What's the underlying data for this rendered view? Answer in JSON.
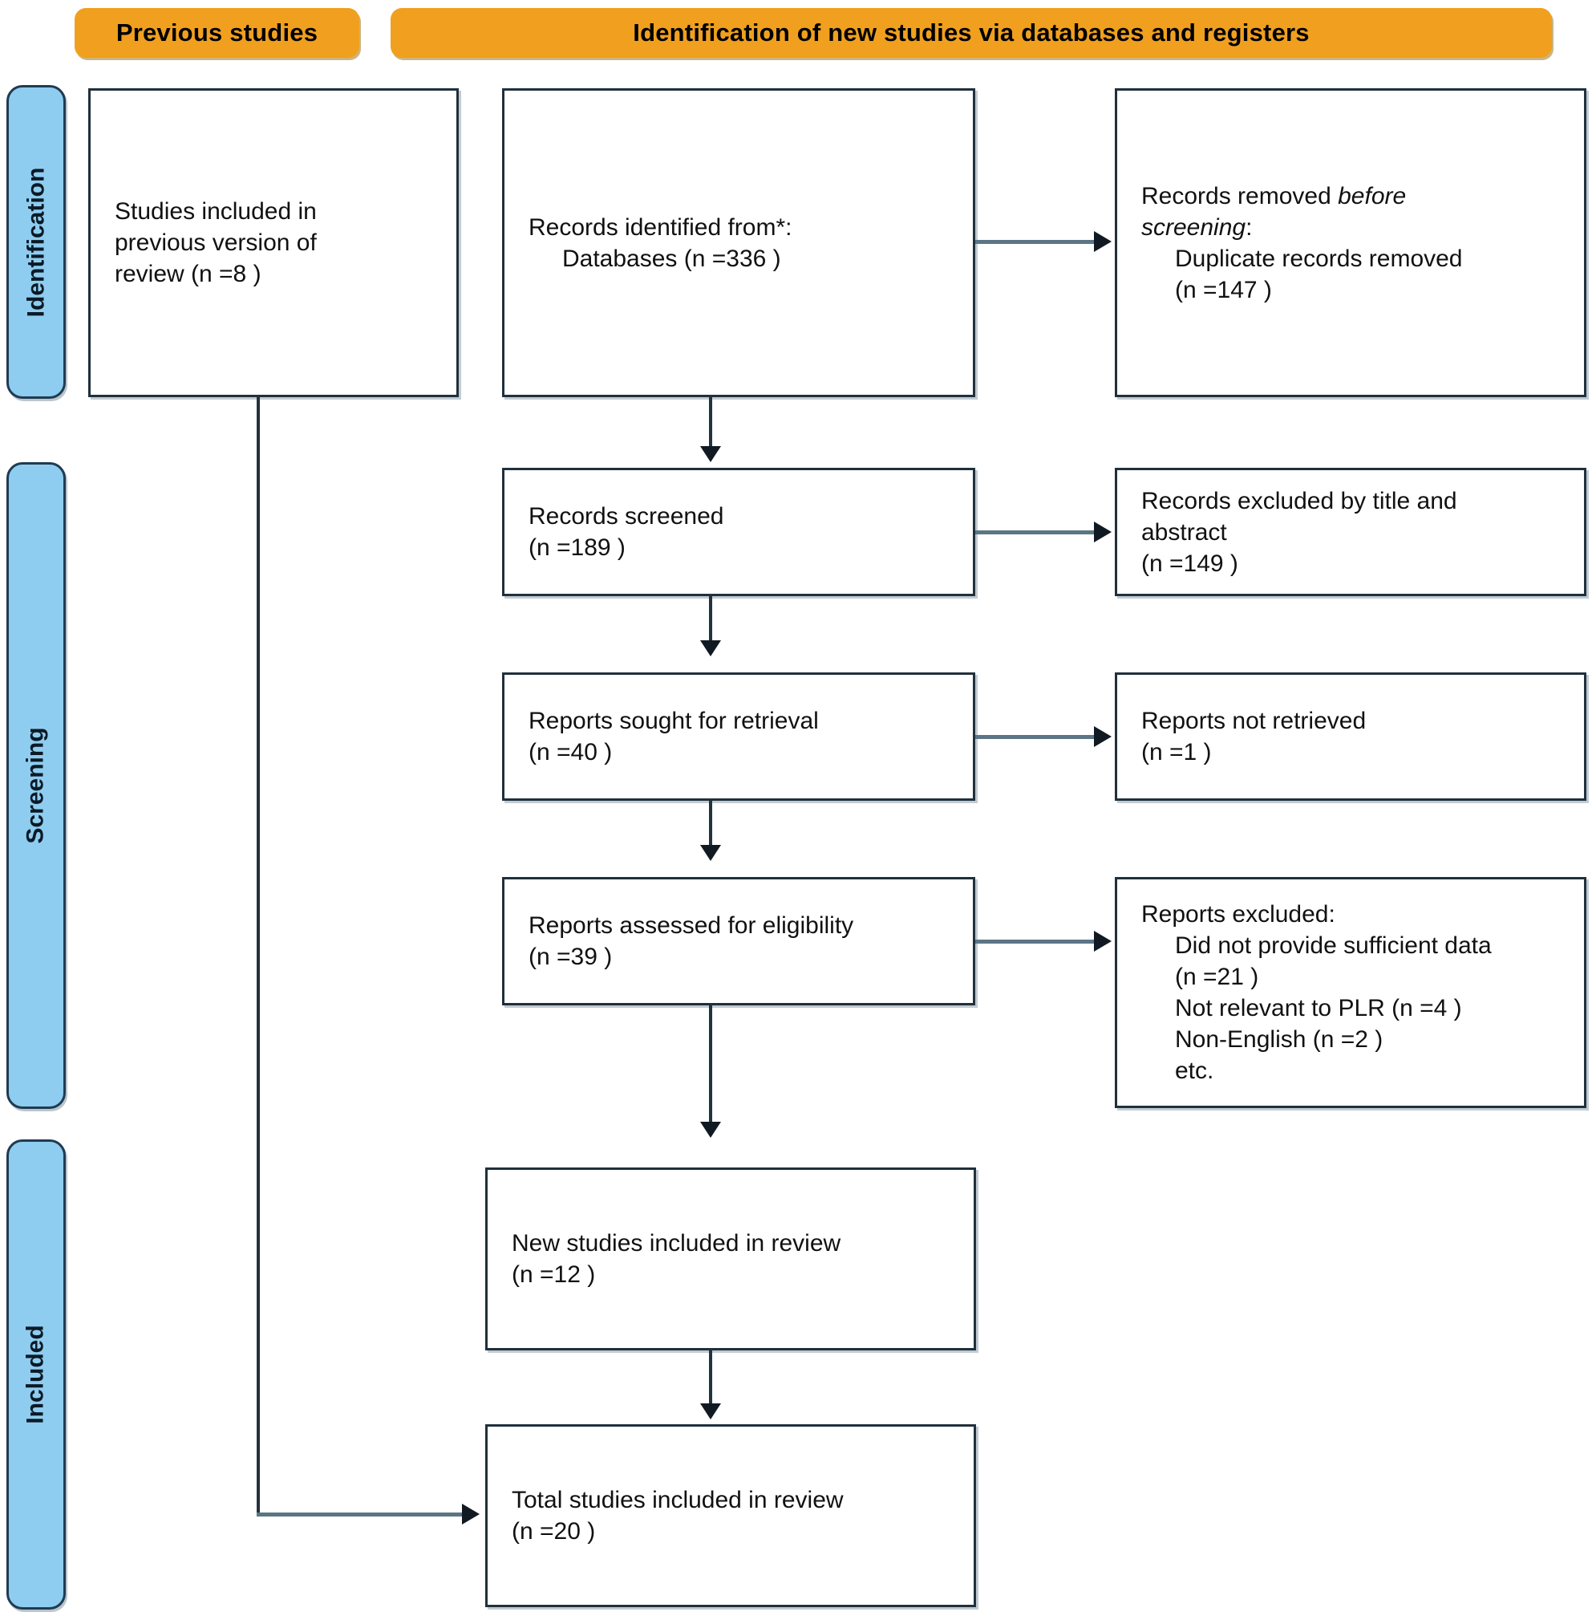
{
  "headers": [
    {
      "id": "previous-studies",
      "label": "Previous studies"
    },
    {
      "id": "identification-new",
      "label": "Identification of new studies via databases and registers"
    }
  ],
  "stages": [
    {
      "id": "identification",
      "label": "Identification"
    },
    {
      "id": "screening",
      "label": "Screening"
    },
    {
      "id": "included",
      "label": "Included"
    }
  ],
  "boxes": {
    "previous_review": {
      "line1": "Studies included in",
      "line2": "previous version of",
      "line3": "review (n =8 )"
    },
    "records_identified": {
      "line1": "Records identified from*:",
      "line2": "Databases (n =336 )"
    },
    "records_removed": {
      "line1a": "Records removed ",
      "line1b_italic": "before",
      "line2_italic": "screening",
      "line2_colon": ":",
      "line3": "Duplicate records removed",
      "line4": "(n =147 )"
    },
    "records_screened": {
      "line1": "Records screened",
      "line2": "(n =189 )"
    },
    "records_excluded": {
      "line1": "Records excluded by title and",
      "line2": "abstract",
      "line3": "(n =149 )"
    },
    "reports_sought": {
      "line1": "Reports sought for retrieval",
      "line2": "(n =40 )"
    },
    "reports_not_retrieved": {
      "line1": "Reports not retrieved",
      "line2": "(n =1 )"
    },
    "reports_assessed": {
      "line1": "Reports assessed for eligibility",
      "line2": "(n =39 )"
    },
    "reports_excluded": {
      "line1": "Reports excluded:",
      "line2": "Did not provide sufficient data",
      "line3": "(n =21 )",
      "line4": "Not relevant to PLR (n =4 )",
      "line5": "Non-English (n =2 )",
      "line6": "etc."
    },
    "new_studies": {
      "line1": "New studies included in review",
      "line2": "(n =12 )"
    },
    "total_studies": {
      "line1": "Total studies included in review",
      "line2": "(n =20 )"
    }
  },
  "colors": {
    "header_orange": "#F0A01E",
    "stage_blue": "#8ECDF0",
    "stage_border": "#1F3B52",
    "box_border": "#20303C",
    "connector": "#5B7585",
    "arrow": "#111A22"
  }
}
